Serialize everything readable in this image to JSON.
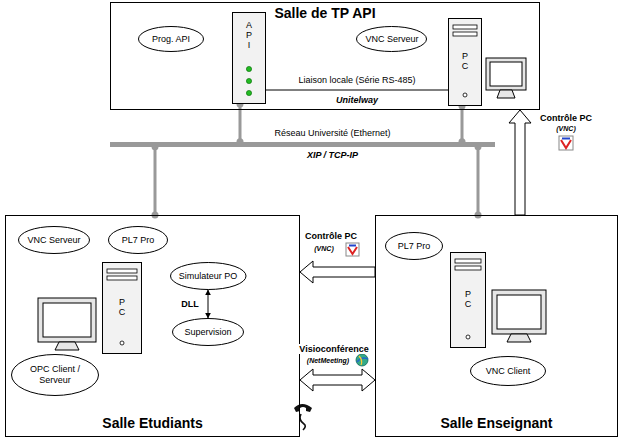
{
  "diagram": {
    "nodes": [
      {
        "text": [
          "Salle de TP API"
        ]
      },
      {
        "text": [
          "Prog. API"
        ],
        "in": 0
      },
      {
        "text": [
          "API"
        ],
        "in": 0
      },
      {
        "text": [
          "VNC Serveur"
        ],
        "in": 0
      },
      {
        "text": [
          "PC"
        ],
        "in": 0
      },
      {
        "text": [
          "Réseau Université (Ethernet)",
          "XIP / TCP-IP"
        ]
      },
      {
        "text": [
          "Salle Etudiants"
        ]
      },
      {
        "text": [
          "VNC Serveur"
        ],
        "in": 6
      },
      {
        "text": [
          "PL7 Pro"
        ],
        "in": 6
      },
      {
        "text": [
          "PC"
        ],
        "in": 6
      },
      {
        "text": [
          "Simulateur PO"
        ],
        "in": 6
      },
      {
        "text": [
          "Supervision"
        ],
        "in": 6
      },
      {
        "text": [
          "OPC Client / Serveur"
        ],
        "in": 6
      },
      {
        "text": [
          "Salle Enseignant"
        ]
      },
      {
        "text": [
          "PL7 Pro"
        ],
        "in": 13
      },
      {
        "text": [
          "PC"
        ],
        "in": 13
      },
      {
        "text": [
          "VNC Client"
        ],
        "in": 13
      }
    ],
    "edges": [
      {
        "from": 2,
        "to": 4,
        "arrow": "none",
        "label": "Liaison locale (Série RS-485)"
      },
      {
        "from": 2,
        "to": 5,
        "arrow": "none"
      },
      {
        "from": 4,
        "to": 5,
        "arrow": "none"
      },
      {
        "from": 5,
        "to": 6,
        "arrow": "none"
      },
      {
        "from": 5,
        "to": 13,
        "arrow": "none"
      },
      {
        "from": 13,
        "to": 0,
        "arrow": "to",
        "label": "Contrôle PC"
      },
      {
        "from": 13,
        "to": 6,
        "arrow": "to",
        "label": "Contrôle PC"
      },
      {
        "from": 10,
        "to": 11,
        "arrow": "both",
        "label": "DLL"
      },
      {
        "from": 13,
        "to": 6,
        "arrow": "both",
        "label": "Visioconférence"
      }
    ],
    "labels": [
      "Unitelway",
      "(VNC)",
      "(VNC)",
      "(NetMeeting)"
    ]
  }
}
